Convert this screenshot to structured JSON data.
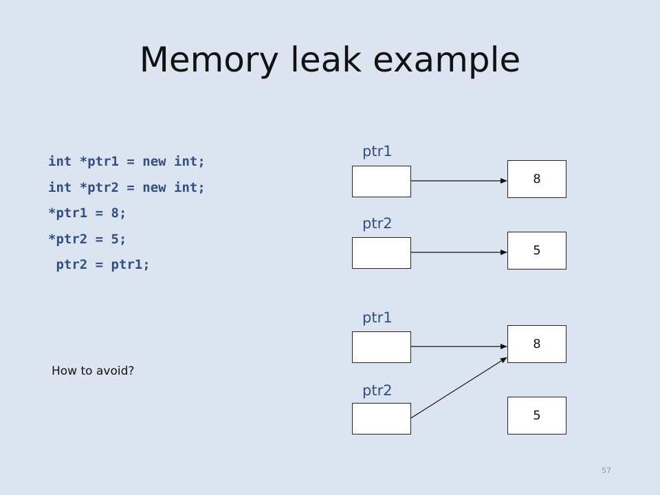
{
  "title": "Memory leak example",
  "code_lines": [
    "int *ptr1 = new int;",
    "int *ptr2 = new int;",
    "*ptr1 = 8;",
    "*ptr2 = 5;",
    " ptr2 = ptr1;"
  ],
  "question": "How to avoid?",
  "diagram_before": {
    "ptr1_label": "ptr1",
    "ptr2_label": "ptr2",
    "value1": "8",
    "value2": "5"
  },
  "diagram_after": {
    "ptr1_label": "ptr1",
    "ptr2_label": "ptr2",
    "value1": "8",
    "value2": "5"
  },
  "page_number": "57"
}
